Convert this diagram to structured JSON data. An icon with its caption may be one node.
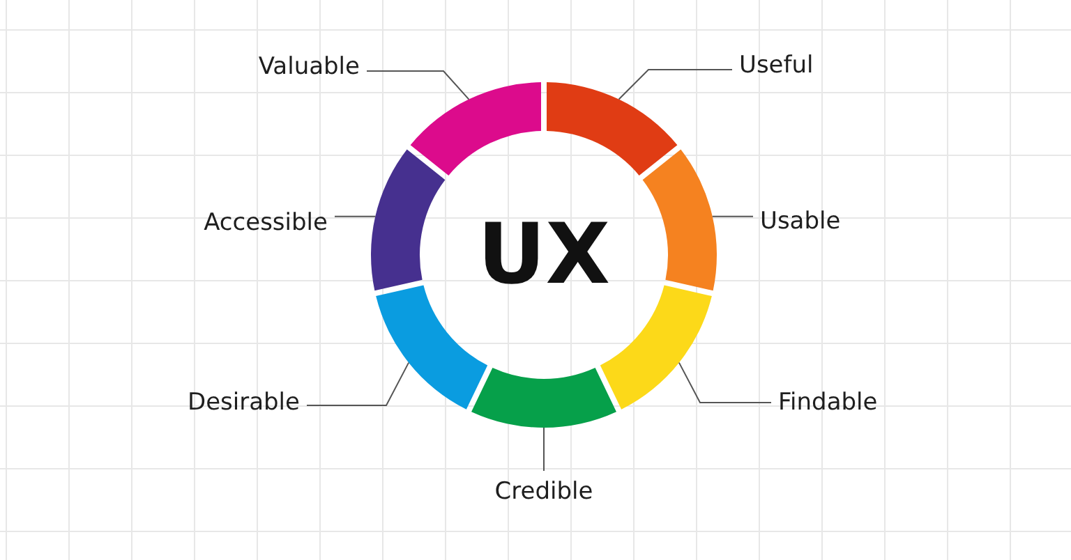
{
  "diagram": {
    "nodes": [
      {
        "text": [
          "Valuable"
        ]
      },
      {
        "text": [
          "Useful"
        ]
      },
      {
        "text": [
          "Accessible"
        ]
      },
      {
        "text": [
          "Usable"
        ]
      },
      {
        "text": [
          "Desirable"
        ]
      },
      {
        "text": [
          "Findable"
        ]
      },
      {
        "text": [
          "Credible"
        ]
      },
      {
        "text": [],
        "shape": "arc"
      },
      {
        "text": [],
        "shape": "arc"
      },
      {
        "text": [],
        "shape": "arc"
      },
      {
        "text": [],
        "shape": "arc"
      },
      {
        "text": [],
        "shape": "arc"
      },
      {
        "text": [],
        "shape": "arc"
      },
      {
        "text": [],
        "shape": "arc"
      }
    ],
    "edges": [
      {
        "from": 0,
        "to": 7,
        "arrow": "none"
      },
      {
        "from": 1,
        "to": 8,
        "arrow": "none"
      },
      {
        "from": 2,
        "to": 9,
        "arrow": "none"
      },
      {
        "from": 3,
        "to": 10,
        "arrow": "none"
      },
      {
        "from": 4,
        "to": 11,
        "arrow": "none"
      },
      {
        "from": 5,
        "to": 12,
        "arrow": "none"
      },
      {
        "from": 6,
        "to": 13,
        "arrow": "none"
      }
    ],
    "labels": [
      "UX"
    ]
  }
}
